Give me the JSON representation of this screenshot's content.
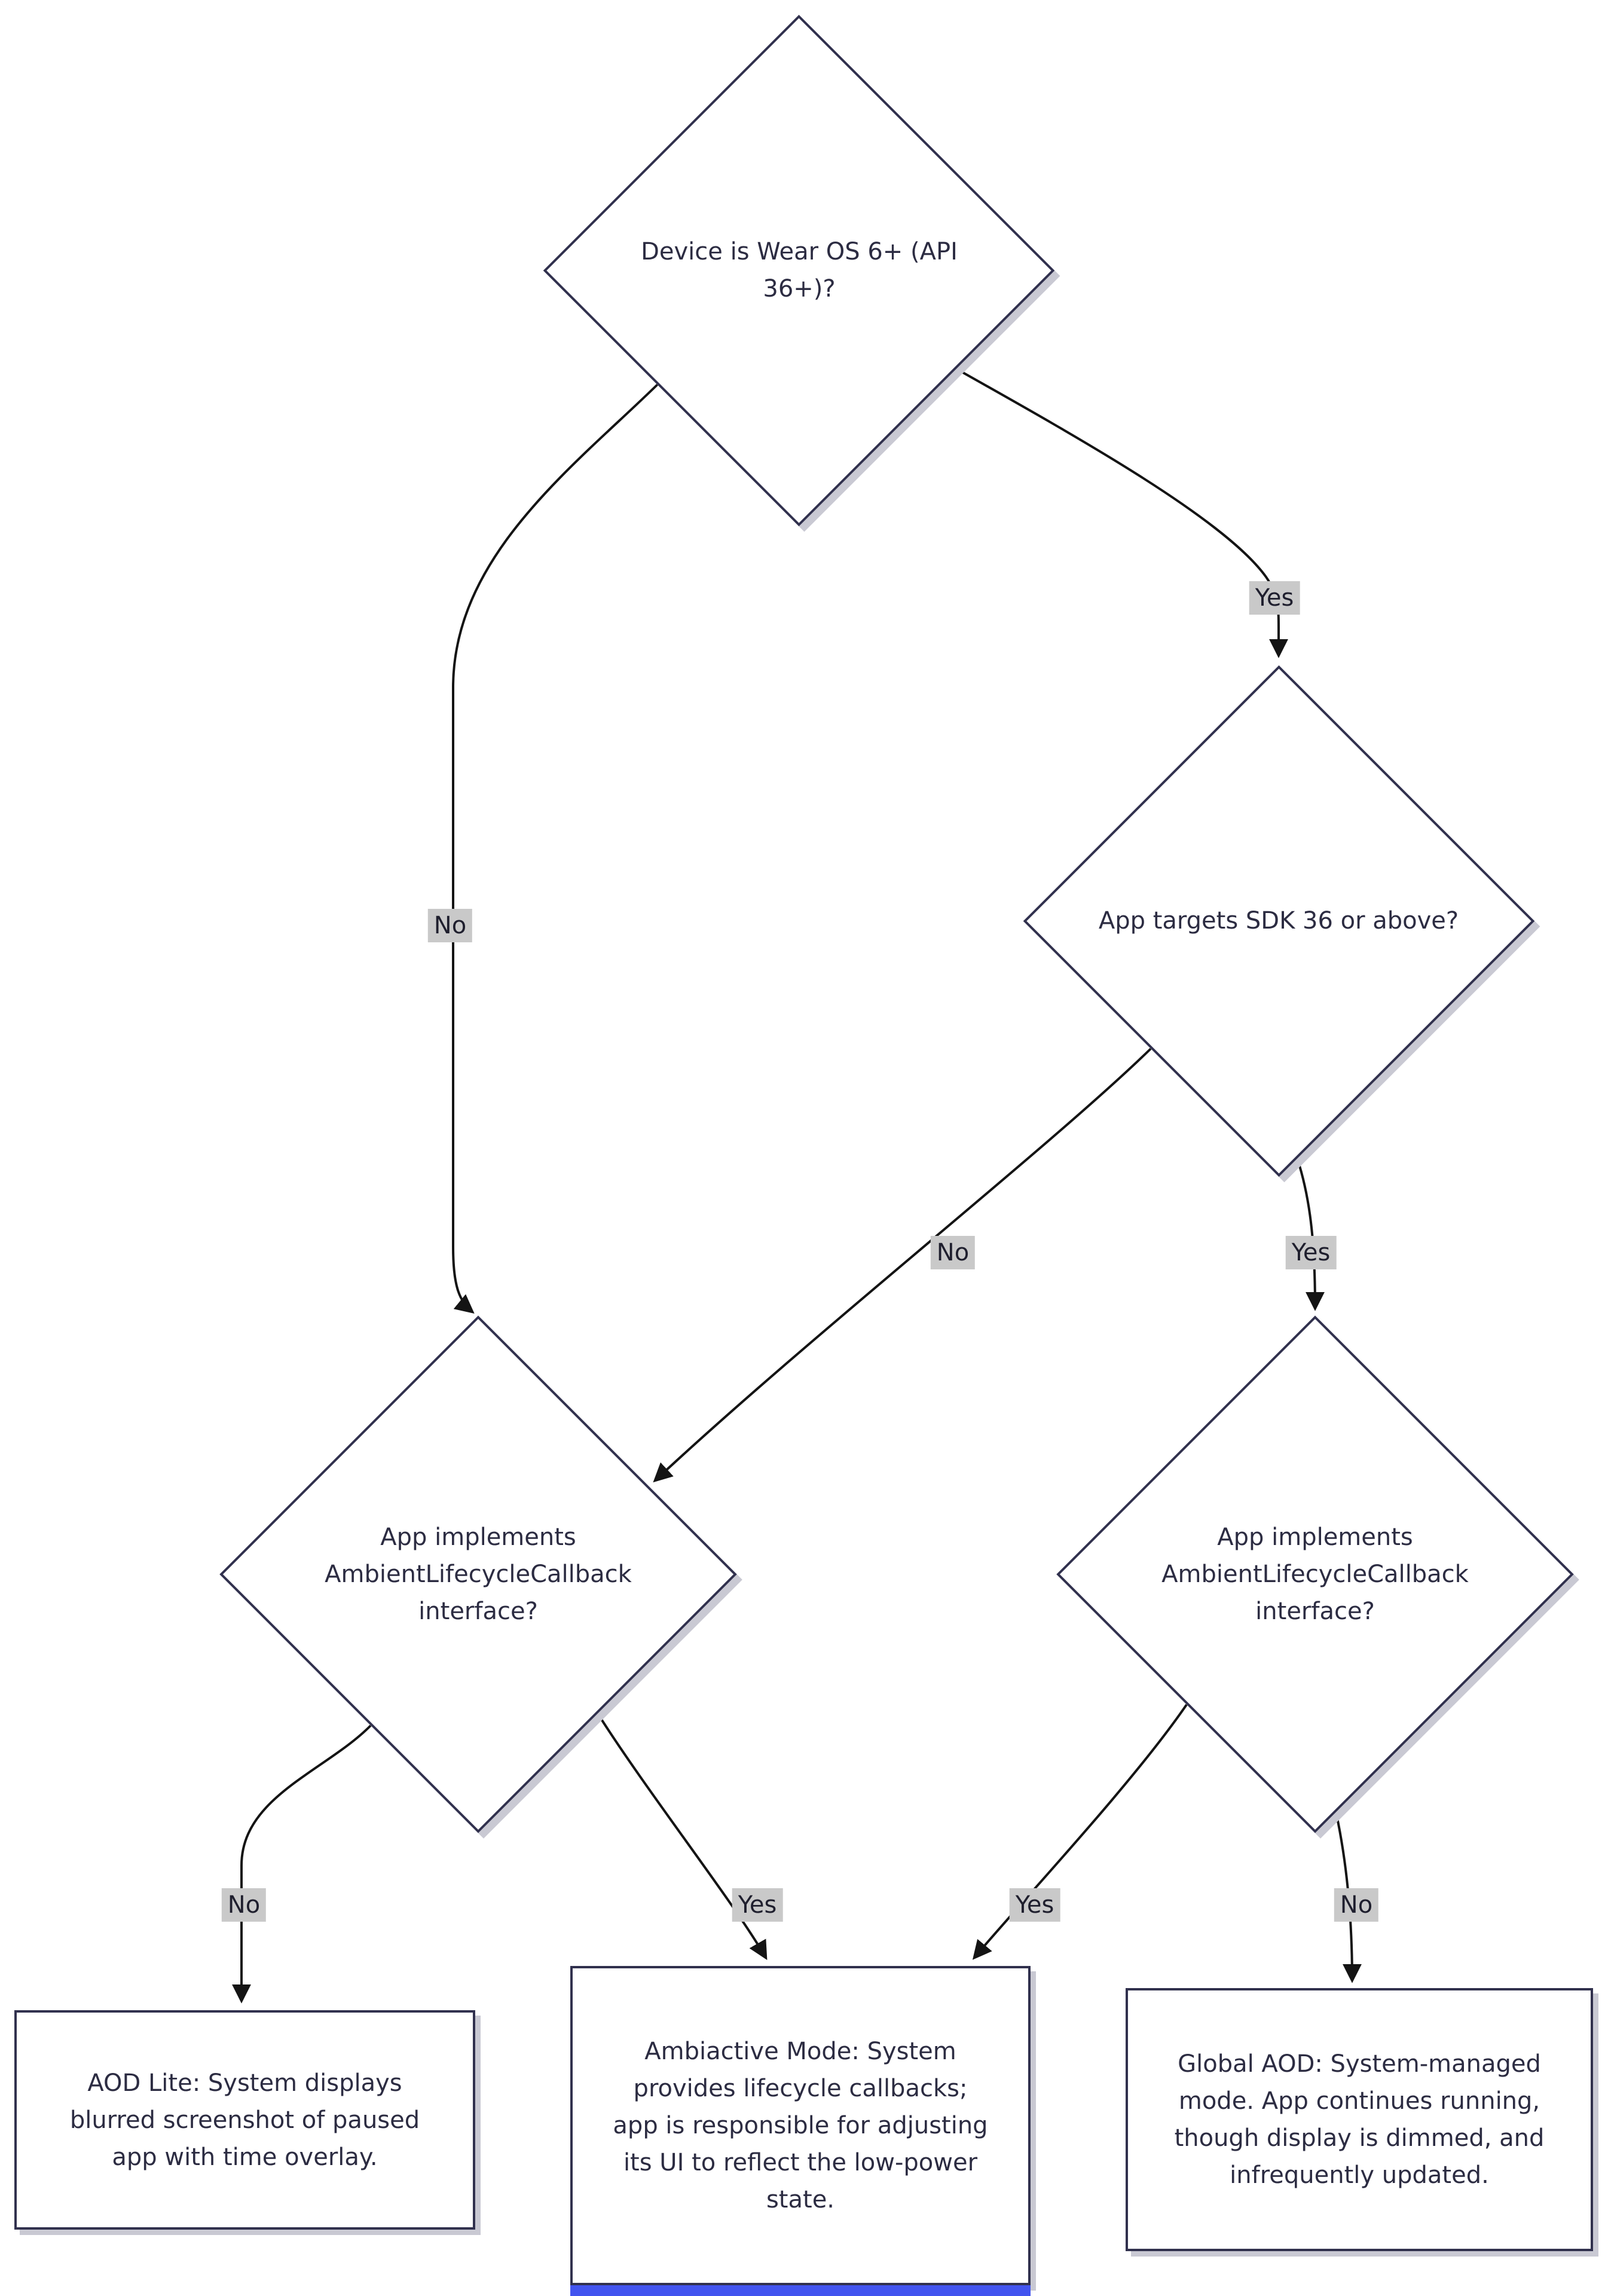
{
  "diagram": {
    "type": "flowchart",
    "nodes": {
      "wear_os_version": {
        "shape": "diamond",
        "text": "Device is Wear OS 6+ (API 36+)?"
      },
      "sdk_target": {
        "shape": "diamond",
        "text": "App targets SDK 36 or above?"
      },
      "ambient_callback_left": {
        "shape": "diamond",
        "text": "App implements AmbientLifecycleCallback interface?"
      },
      "ambient_callback_right": {
        "shape": "diamond",
        "text": "App implements AmbientLifecycleCallback interface?"
      },
      "aod_lite": {
        "shape": "rect",
        "text": "AOD Lite: System displays blurred screenshot of paused app with time overlay."
      },
      "ambiactive_mode": {
        "shape": "rect",
        "text": "Ambiactive Mode: System provides lifecycle callbacks; app is responsible for adjusting its UI to reflect the low-power state."
      },
      "global_aod": {
        "shape": "rect",
        "text": "Global AOD: System-managed mode. App continues running, though display is dimmed, and infrequently updated."
      }
    },
    "edges": [
      {
        "from": "wear_os_version",
        "to": "sdk_target",
        "label": "Yes"
      },
      {
        "from": "wear_os_version",
        "to": "ambient_callback_left",
        "label": "No"
      },
      {
        "from": "sdk_target",
        "to": "ambient_callback_left",
        "label": "No"
      },
      {
        "from": "sdk_target",
        "to": "ambient_callback_right",
        "label": "Yes"
      },
      {
        "from": "ambient_callback_left",
        "to": "aod_lite",
        "label": "No"
      },
      {
        "from": "ambient_callback_left",
        "to": "ambiactive_mode",
        "label": "Yes"
      },
      {
        "from": "ambient_callback_right",
        "to": "ambiactive_mode",
        "label": "Yes"
      },
      {
        "from": "ambient_callback_right",
        "to": "global_aod",
        "label": "No"
      }
    ],
    "colors": {
      "background": "#ffffff",
      "node_border": "#31314e",
      "node_text": "#2c2c42",
      "edge_line": "#141414",
      "edge_label_bg": "#c9c9c9",
      "shadow": "#c9c9d3",
      "accent_blue": "#4254ef"
    }
  }
}
